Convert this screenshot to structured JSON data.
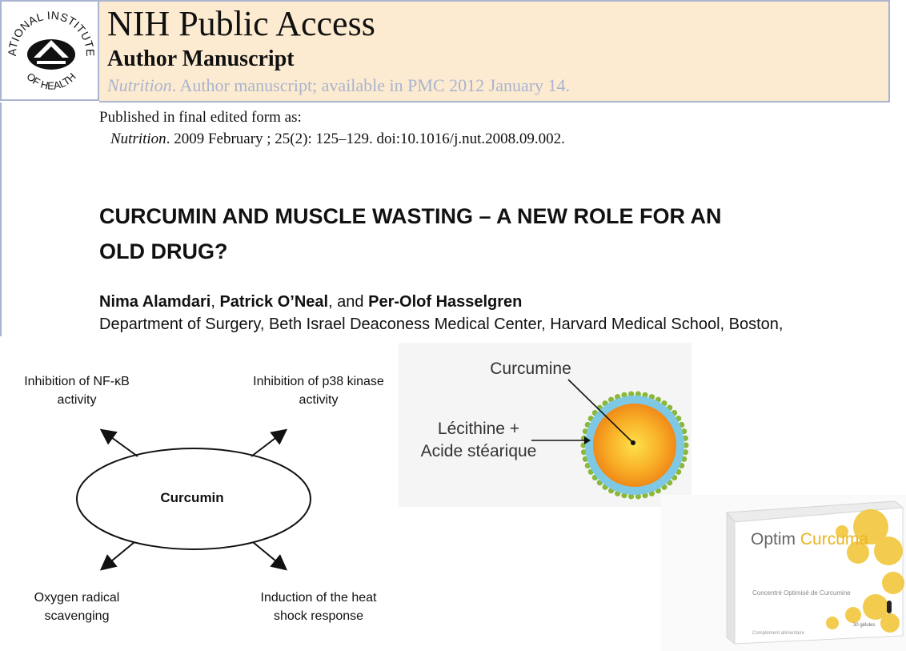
{
  "header": {
    "logo_text": "NATIONAL INSTITUTES OF HEALTH",
    "title": "NIH Public Access",
    "subtitle": "Author Manuscript",
    "journal": "Nutrition",
    "availability": ". Author manuscript; available in PMC 2012 January 14."
  },
  "article": {
    "published_label": "Published in final edited form as:",
    "citation_journal": "Nutrition",
    "citation_rest": ". 2009 February ; 25(2): 125–129. doi:10.1016/j.nut.2008.09.002.",
    "title_line1": "CURCUMIN AND MUSCLE WASTING – A NEW ROLE FOR AN",
    "title_line2": "OLD DRUG?",
    "authors": [
      "Nima Alamdari",
      "Patrick O’Neal",
      "Per-Olof Hasselgren"
    ],
    "author_sep1": ", ",
    "author_sep2": ", and ",
    "affiliation": "Department of Surgery, Beth Israel Deaconess Medical Center, Harvard Medical School, Boston,"
  },
  "diagram": {
    "center": "Curcumin",
    "top_left": [
      "Inhibition of NF-κB",
      "activity"
    ],
    "top_right": [
      "Inhibition of p38 kinase",
      "activity"
    ],
    "bottom_left": [
      "Oxygen radical",
      "scavenging"
    ],
    "bottom_right": [
      "Induction of the heat",
      "shock response"
    ]
  },
  "micelle": {
    "core_label": "Curcumine",
    "shell_label_1": "Lécithine +",
    "shell_label_2": "Acide stéarique",
    "colors": {
      "core": "#f7a21a",
      "shell": "#7ec8e3",
      "dots": "#8ab83a"
    }
  },
  "product": {
    "brand_optim": "Optim",
    "brand_curcuma": "Curcuma",
    "description": "Concentré Optimisé de Curcumine",
    "count": "30 gélules",
    "footer": "Complément alimentaire",
    "colors": {
      "accent": "#f2c230"
    }
  }
}
